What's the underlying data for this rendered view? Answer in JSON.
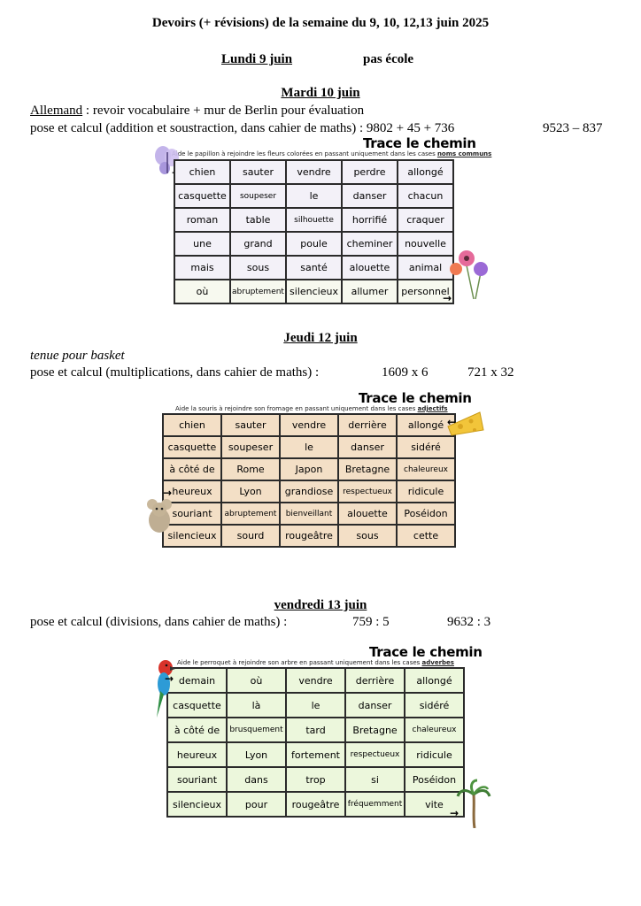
{
  "title": "Devoirs (+ révisions) de la semaine du 9, 10, 12,13 juin 2025",
  "monday": {
    "heading": "Lundi 9 juin",
    "note": "pas école"
  },
  "tuesday": {
    "heading": "Mardi 10 juin",
    "subject": "Allemand",
    "subject_rest": " : revoir vocabulaire + mur de Berlin pour évaluation",
    "calc_label": "pose et calcul (addition et soustraction, dans cahier de maths) : ",
    "calc_1": "9802 + 45 + 736",
    "calc_2": "9523 – 837"
  },
  "maze1": {
    "trace_title": "Trace le chemin",
    "instruction": "Aide le papillon à rejoindre les fleurs colorées en passant uniquement dans les cases ",
    "instruction_key": "noms communs",
    "rows": [
      [
        "chien",
        "sauter",
        "vendre",
        "perdre",
        "allongé"
      ],
      [
        "casquette",
        "soupeser",
        "le",
        "danser",
        "chacun"
      ],
      [
        "roman",
        "table",
        "silhouette",
        "horrifié",
        "craquer"
      ],
      [
        "une",
        "grand",
        "poule",
        "cheminer",
        "nouvelle"
      ],
      [
        "mais",
        "sous",
        "santé",
        "alouette",
        "animal"
      ],
      [
        "où",
        "abruptement",
        "silencieux",
        "allumer",
        "personnel"
      ]
    ]
  },
  "thursday": {
    "heading": "Jeudi 12 juin",
    "note": "tenue pour basket",
    "calc_label": "pose et calcul (multiplications, dans cahier de maths) :",
    "calc_1": "1609 x 6",
    "calc_2": "721 x 32"
  },
  "maze2": {
    "trace_title": "Trace le chemin",
    "instruction": "Aide la souris à rejoindre son fromage en passant uniquement dans les cases ",
    "instruction_key": "adjectifs",
    "rows": [
      [
        "chien",
        "sauter",
        "vendre",
        "derrière",
        "allongé"
      ],
      [
        "casquette",
        "soupeser",
        "le",
        "danser",
        "sidéré"
      ],
      [
        "à côté de",
        "Rome",
        "Japon",
        "Bretagne",
        "chaleureux"
      ],
      [
        "heureux",
        "Lyon",
        "grandiose",
        "respectueux",
        "ridicule"
      ],
      [
        "souriant",
        "abruptement",
        "bienveillant",
        "alouette",
        "Poséidon"
      ],
      [
        "silencieux",
        "sourd",
        "rougeâtre",
        "sous",
        "cette"
      ]
    ]
  },
  "friday": {
    "heading": "vendredi 13 juin",
    "calc_label": "pose et calcul (divisions, dans cahier de maths) :",
    "calc_1": "759 : 5",
    "calc_2": "9632 : 3"
  },
  "maze3": {
    "trace_title": "Trace le chemin",
    "instruction": "Aide le perroquet à rejoindre son arbre en passant uniquement dans les cases ",
    "instruction_key": "adverbes",
    "rows": [
      [
        "demain",
        "où",
        "vendre",
        "derrière",
        "allongé"
      ],
      [
        "casquette",
        "là",
        "le",
        "danser",
        "sidéré"
      ],
      [
        "à côté de",
        "brusquement",
        "tard",
        "Bretagne",
        "chaleureux"
      ],
      [
        "heureux",
        "Lyon",
        "fortement",
        "respectueux",
        "ridicule"
      ],
      [
        "souriant",
        "dans",
        "trop",
        "si",
        "Poséidon"
      ],
      [
        "silencieux",
        "pour",
        "rougeâtre",
        "fréquemment",
        "vite"
      ]
    ]
  },
  "icons": [
    "butterfly-icon",
    "flowers-icon",
    "mouse-icon",
    "cheese-icon",
    "parrot-icon",
    "palm-tree-icon"
  ]
}
